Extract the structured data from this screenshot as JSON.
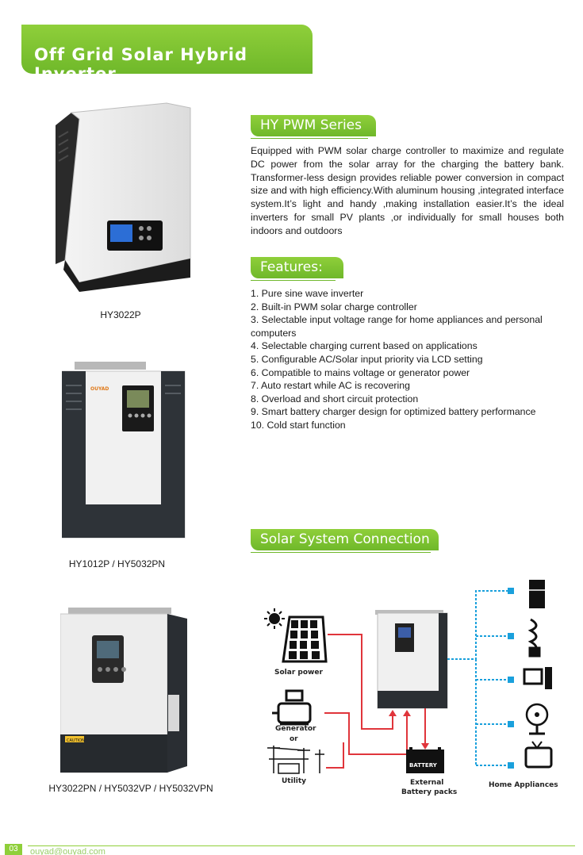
{
  "header": {
    "title": "Off Grid Solar Hybrid Inverter"
  },
  "series": {
    "heading": "HY PWM Series",
    "description": "Equipped with PWM solar charge controller to maximize and regulate DC power from the solar array for the charging the battery bank. Transformer-less design provides reliable power conversion in compact size and with high efficiency.With aluminum housing ,integrated interface system.It’s light and handy ,making installation easier.It’s the ideal inverters for small PV plants ,or individually for small houses both indoors and outdoors"
  },
  "features": {
    "heading": "Features:",
    "items": [
      "1. Pure sine wave inverter",
      "2. Built-in PWM solar charge controller",
      "3. Selectable input voltage range for home appliances and personal computers",
      "4. Selectable charging current based on applications",
      "5. Configurable AC/Solar input priority via LCD setting",
      "6. Compatible to mains voltage or generator power",
      "7. Auto restart while AC is recovering",
      "8. Overload and short circuit protection",
      "9. Smart battery charger design for optimized battery performance",
      "10. Cold start function"
    ]
  },
  "connection": {
    "heading": "Solar System Connection",
    "solar_label": "Solar power",
    "generator_label": "Generator",
    "or_label": "or",
    "utility_label": "Utility",
    "battery_text": "BATTERY",
    "battery_label_line1": "External",
    "battery_label_line2": "Battery packs",
    "appliances_label": "Home Appliances"
  },
  "products": [
    {
      "caption": "HY3022P"
    },
    {
      "caption": "HY1012P / HY5032PN"
    },
    {
      "caption": "HY3022PN / HY5032VP / HY5032VPN"
    }
  ],
  "product2_brand": "OUYAD",
  "product3_warning": "CAUTION",
  "footer": {
    "page": "03",
    "email": "ouyad@ouyad.com"
  },
  "colors": {
    "accent": "#7dc232",
    "wire_red": "#e0353b",
    "wire_blue": "#1aa0dc"
  }
}
